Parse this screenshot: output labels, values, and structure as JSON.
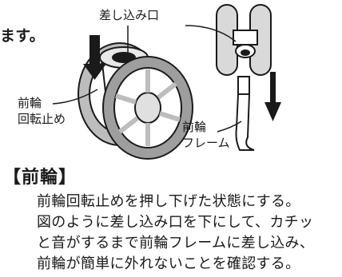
{
  "intro_fragment": "ます。",
  "labels": {
    "insertion_port": "差し込み口",
    "front_wheel_lock_line1": "前輪",
    "front_wheel_lock_line2": "回転止め",
    "front_frame_line1": "前輪",
    "front_frame_line2": "フレーム"
  },
  "section_heading": "【前輪】",
  "instructions": [
    "前輪回転止めを押し下げた状態にする。",
    "図のように差し込み口を下にして、カチッ",
    "と音がするまで前輪フレームに差し込み、",
    "前輪が簡単に外れないことを確認する。"
  ],
  "colors": {
    "ink": "#1a1a1a",
    "wheel_gray": "#9e9e9e",
    "light_gray": "#d9d9d9"
  }
}
